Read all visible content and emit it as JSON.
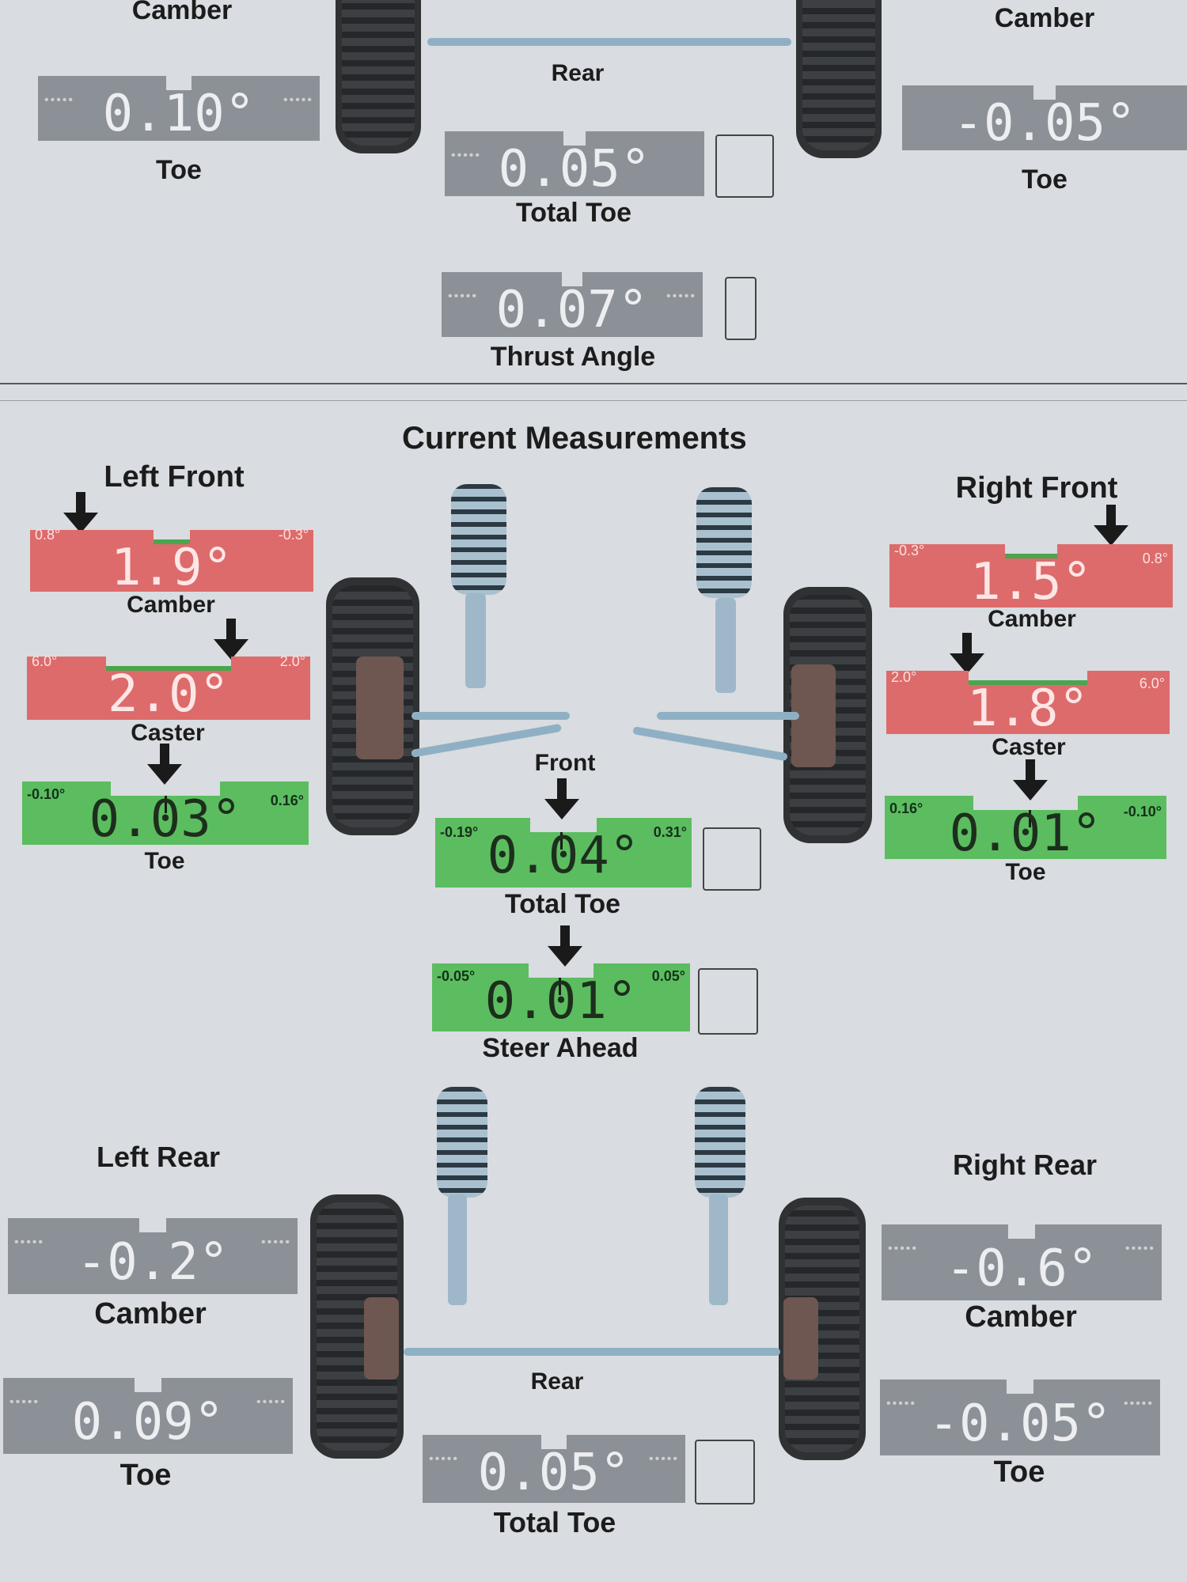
{
  "top": {
    "left_camber_label": "Camber",
    "right_camber_label": "Camber",
    "rear_label": "Rear",
    "left_toe": {
      "value": "0.10°",
      "label": "Toe"
    },
    "right_toe": {
      "value": "-0.05°",
      "label": "Toe"
    },
    "total_toe": {
      "value": "0.05°",
      "label": "Total Toe"
    },
    "thrust_angle": {
      "value": "0.07°",
      "label": "Thrust Angle"
    }
  },
  "current": {
    "title": "Current Measurements",
    "left_front": {
      "title": "Left Front",
      "camber": {
        "value": "1.9°",
        "label": "Camber",
        "min": "0.8°",
        "max": "-0.3°",
        "status": "out-of-range"
      },
      "caster": {
        "value": "2.0°",
        "label": "Caster",
        "min": "6.0°",
        "max": "2.0°",
        "status": "out-of-range"
      },
      "toe": {
        "value": "0.03°",
        "label": "Toe",
        "min": "-0.10°",
        "max": "0.16°",
        "status": "in-range"
      }
    },
    "right_front": {
      "title": "Right Front",
      "camber": {
        "value": "1.5°",
        "label": "Camber",
        "min": "-0.3°",
        "max": "0.8°",
        "status": "out-of-range"
      },
      "caster": {
        "value": "1.8°",
        "label": "Caster",
        "min": "2.0°",
        "max": "6.0°",
        "status": "out-of-range"
      },
      "toe": {
        "value": "0.01°",
        "label": "Toe",
        "min": "0.16°",
        "max": "-0.10°",
        "status": "in-range"
      }
    },
    "front_label": "Front",
    "front_total_toe": {
      "value": "0.04°",
      "label": "Total Toe",
      "min": "-0.19°",
      "max": "0.31°",
      "status": "in-range"
    },
    "steer_ahead": {
      "value": "0.01°",
      "label": "Steer Ahead",
      "min": "-0.05°",
      "max": "0.05°",
      "status": "in-range"
    },
    "left_rear": {
      "title": "Left Rear",
      "camber": {
        "value": "-0.2°",
        "label": "Camber"
      },
      "toe": {
        "value": "0.09°",
        "label": "Toe"
      }
    },
    "right_rear": {
      "title": "Right Rear",
      "camber": {
        "value": "-0.6°",
        "label": "Camber"
      },
      "toe": {
        "value": "-0.05°",
        "label": "Toe"
      }
    },
    "rear_label": "Rear",
    "rear_total_toe": {
      "value": "0.05°",
      "label": "Total Toe"
    }
  },
  "colors": {
    "out_of_range": "#dd6b6b",
    "in_range": "#5bbd5f",
    "no_spec": "#8c9198"
  }
}
